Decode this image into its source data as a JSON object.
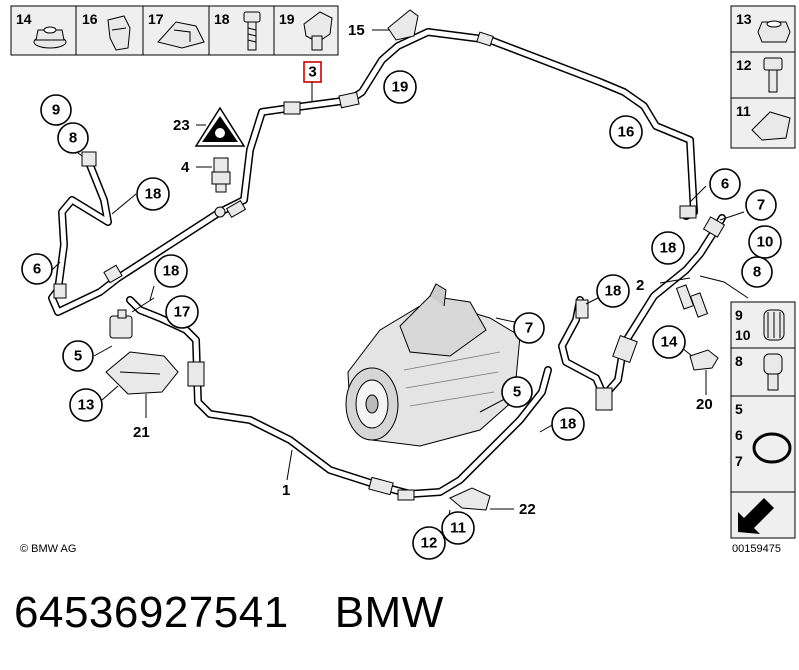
{
  "parts_header": [
    "14",
    "16",
    "17",
    "18",
    "19"
  ],
  "highlight_label": "3",
  "callouts": {
    "c9": "9",
    "c8": "8",
    "c23": "23",
    "c4": "4",
    "c18a": "18",
    "c6a": "6",
    "c18b": "18",
    "c17": "17",
    "c5a": "5",
    "c13": "13",
    "c21": "21",
    "c15": "15",
    "c19": "19",
    "c16": "16",
    "c6b": "6",
    "c7a": "7",
    "c18c": "18",
    "c10": "10",
    "c2": "2",
    "c8b": "8",
    "c18d": "18",
    "c7b": "7",
    "c14": "14",
    "c5b": "5",
    "c18e": "18",
    "c20": "20",
    "c1": "1",
    "c22": "22",
    "c11": "11",
    "c12": "12"
  },
  "side_panel": {
    "top": [
      "13",
      "12",
      "11"
    ],
    "bottom": [
      {
        "lines": [
          "9",
          "10"
        ]
      },
      {
        "lines": [
          "8"
        ]
      },
      {
        "lines": [
          "5",
          "6",
          "7"
        ]
      }
    ]
  },
  "copyright": "© BMW AG",
  "image_code": "00159475",
  "footer": {
    "part_number": "64536927541",
    "brand": "BMW"
  }
}
